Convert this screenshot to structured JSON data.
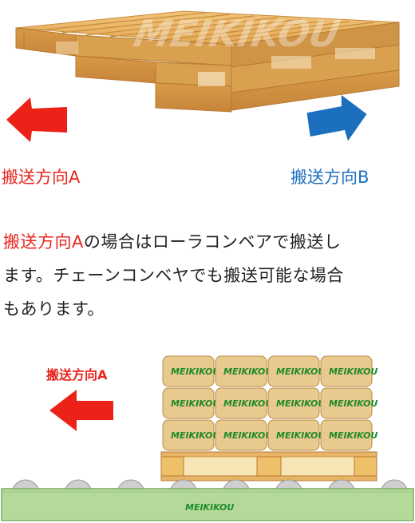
{
  "brand": {
    "watermark": "MEIKIKOU",
    "bag_label": "MEIKIKOU",
    "conveyor_label": "MEIKIKOU"
  },
  "directions": {
    "a_label": "搬送方向A",
    "b_label": "搬送方向B",
    "a_color": "#e8251d",
    "b_color": "#1c6fbf"
  },
  "description": {
    "highlight": "搬送方向A",
    "line1_rest": "の場合はローラコンベアで搬送し",
    "line2": "ます。チェーンコンベヤでも搬送可能な場合",
    "line3": "もあります。"
  },
  "bottom": {
    "direction_label": "搬送方向A"
  },
  "colors": {
    "pallet_wood": "#e8b466",
    "conveyor_green": "#b5d99a",
    "bag_fill": "#e8c98e"
  }
}
